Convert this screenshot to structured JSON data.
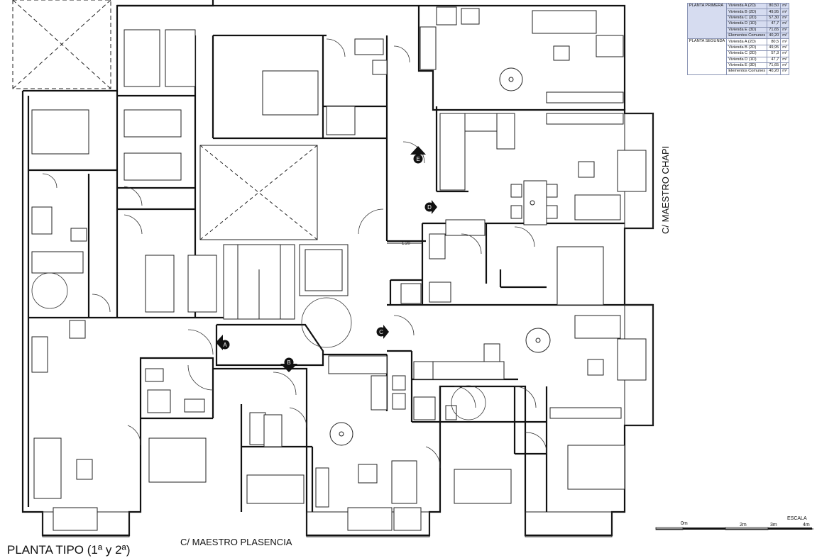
{
  "plan": {
    "title": "PLANTA TIPO (1ª y 2ª)",
    "street_south": "C/ MAESTRO PLASENCIA",
    "street_east": "C/ MAESTRO CHAPI",
    "dimension_label": "1.20",
    "markers": [
      "A",
      "B",
      "C",
      "D",
      "E"
    ]
  },
  "areas_table": {
    "groups": [
      {
        "floor": "PLANTA PRIMERA",
        "rows": [
          {
            "name": "Vivienda A (2D)",
            "area": "80,50",
            "unit": "m²"
          },
          {
            "name": "Vivienda B (2D)",
            "area": "49,95",
            "unit": "m²"
          },
          {
            "name": "Vivienda C (2D)",
            "area": "57,30",
            "unit": "m²"
          },
          {
            "name": "Vivienda D (1D)",
            "area": "47,7",
            "unit": "m²"
          },
          {
            "name": "Vivienda E (3D)",
            "area": "71,65",
            "unit": "m²"
          },
          {
            "name": "Elementos Comunes",
            "area": "40,20",
            "unit": "m²"
          }
        ]
      },
      {
        "floor": "PLANTA SEGUNDA",
        "rows": [
          {
            "name": "Vivienda A (2D)",
            "area": "80,5",
            "unit": "m²"
          },
          {
            "name": "Vivienda B (2D)",
            "area": "49,95",
            "unit": "m²"
          },
          {
            "name": "Vivienda C (2D)",
            "area": "57,3",
            "unit": "m²"
          },
          {
            "name": "Vivienda D (1D)",
            "area": "47,7",
            "unit": "m²"
          },
          {
            "name": "Vivienda E (3D)",
            "area": "71,65",
            "unit": "m²"
          },
          {
            "name": "Elementos Comunes",
            "area": "40,20",
            "unit": "m²"
          }
        ]
      }
    ]
  },
  "scale": {
    "title": "ESCALA",
    "ticks": [
      "0m",
      "2m",
      "3m",
      "4m"
    ]
  }
}
